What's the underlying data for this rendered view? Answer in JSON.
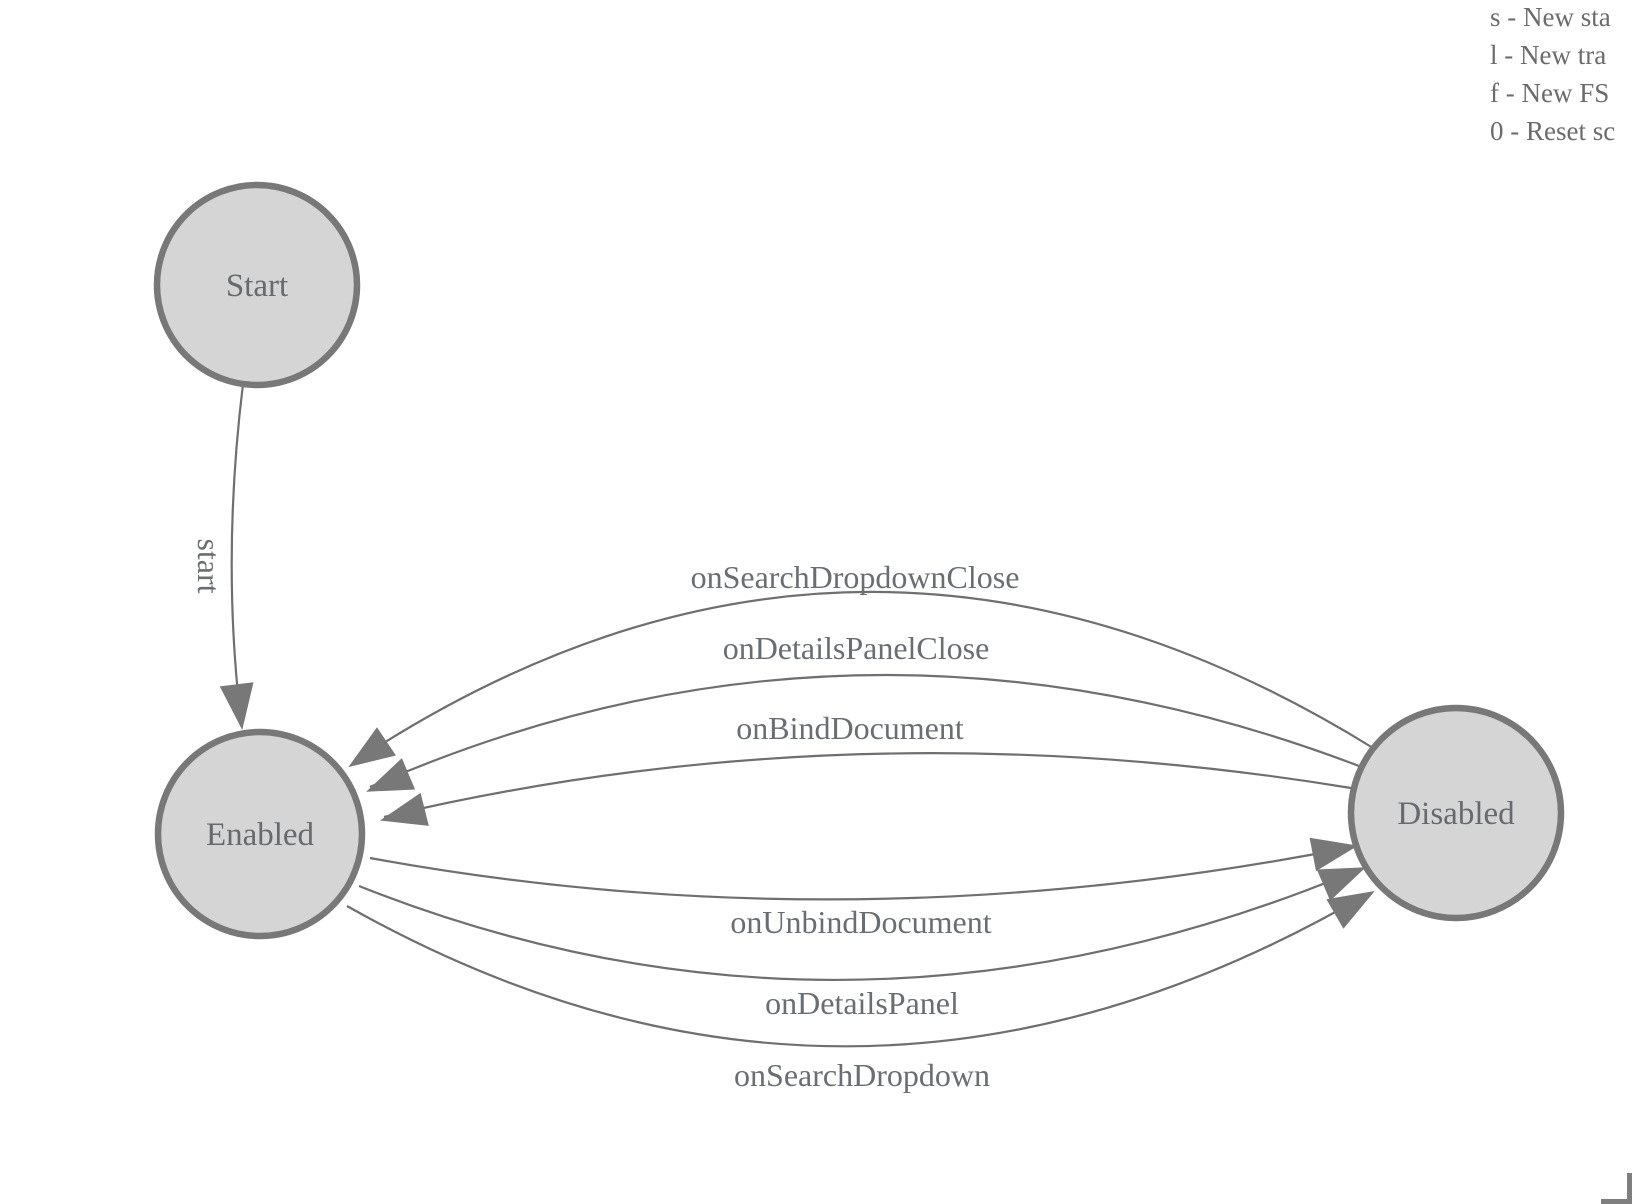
{
  "app": {
    "description": "Finite state machine designer canvas"
  },
  "legend": {
    "lines": [
      "s - New sta",
      "l - New tra",
      "f - New FS",
      "0 - Reset sc"
    ]
  },
  "diagram": {
    "states": [
      {
        "id": "start",
        "label": "Start"
      },
      {
        "id": "enabled",
        "label": "Enabled"
      },
      {
        "id": "disabled",
        "label": "Disabled"
      }
    ],
    "transitions": [
      {
        "id": "start-edge",
        "label": "start",
        "from": "Start",
        "to": "Enabled"
      },
      {
        "id": "on-search-dropdown-close",
        "label": "onSearchDropdownClose",
        "from": "Disabled",
        "to": "Enabled"
      },
      {
        "id": "on-details-panel-close",
        "label": "onDetailsPanelClose",
        "from": "Disabled",
        "to": "Enabled"
      },
      {
        "id": "on-bind-document",
        "label": "onBindDocument",
        "from": "Disabled",
        "to": "Enabled"
      },
      {
        "id": "on-unbind-document",
        "label": "onUnbindDocument",
        "from": "Enabled",
        "to": "Disabled"
      },
      {
        "id": "on-details-panel",
        "label": "onDetailsPanel",
        "from": "Enabled",
        "to": "Disabled"
      },
      {
        "id": "on-search-dropdown",
        "label": "onSearchDropdown",
        "from": "Enabled",
        "to": "Disabled"
      }
    ],
    "colors": {
      "state_fill": "#d5d5d5",
      "state_stroke": "#787878",
      "edge_stroke": "#6f6f6f",
      "label_text": "#6a6e72",
      "legend_text": "#6b6b6b"
    }
  }
}
